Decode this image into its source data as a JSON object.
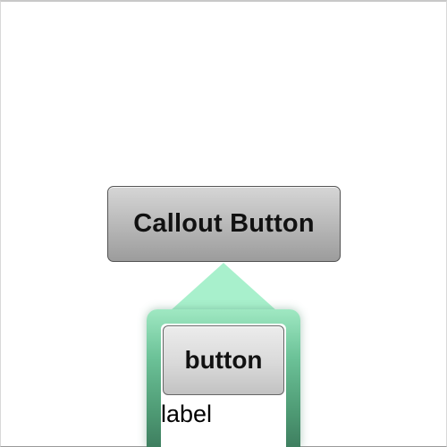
{
  "callout_button": {
    "label": "Callout Button"
  },
  "callout": {
    "button_label": "button",
    "label_text": "label",
    "colors": {
      "popover_top": "#9fe8c2",
      "popover_bottom": "#3f7f60"
    }
  }
}
